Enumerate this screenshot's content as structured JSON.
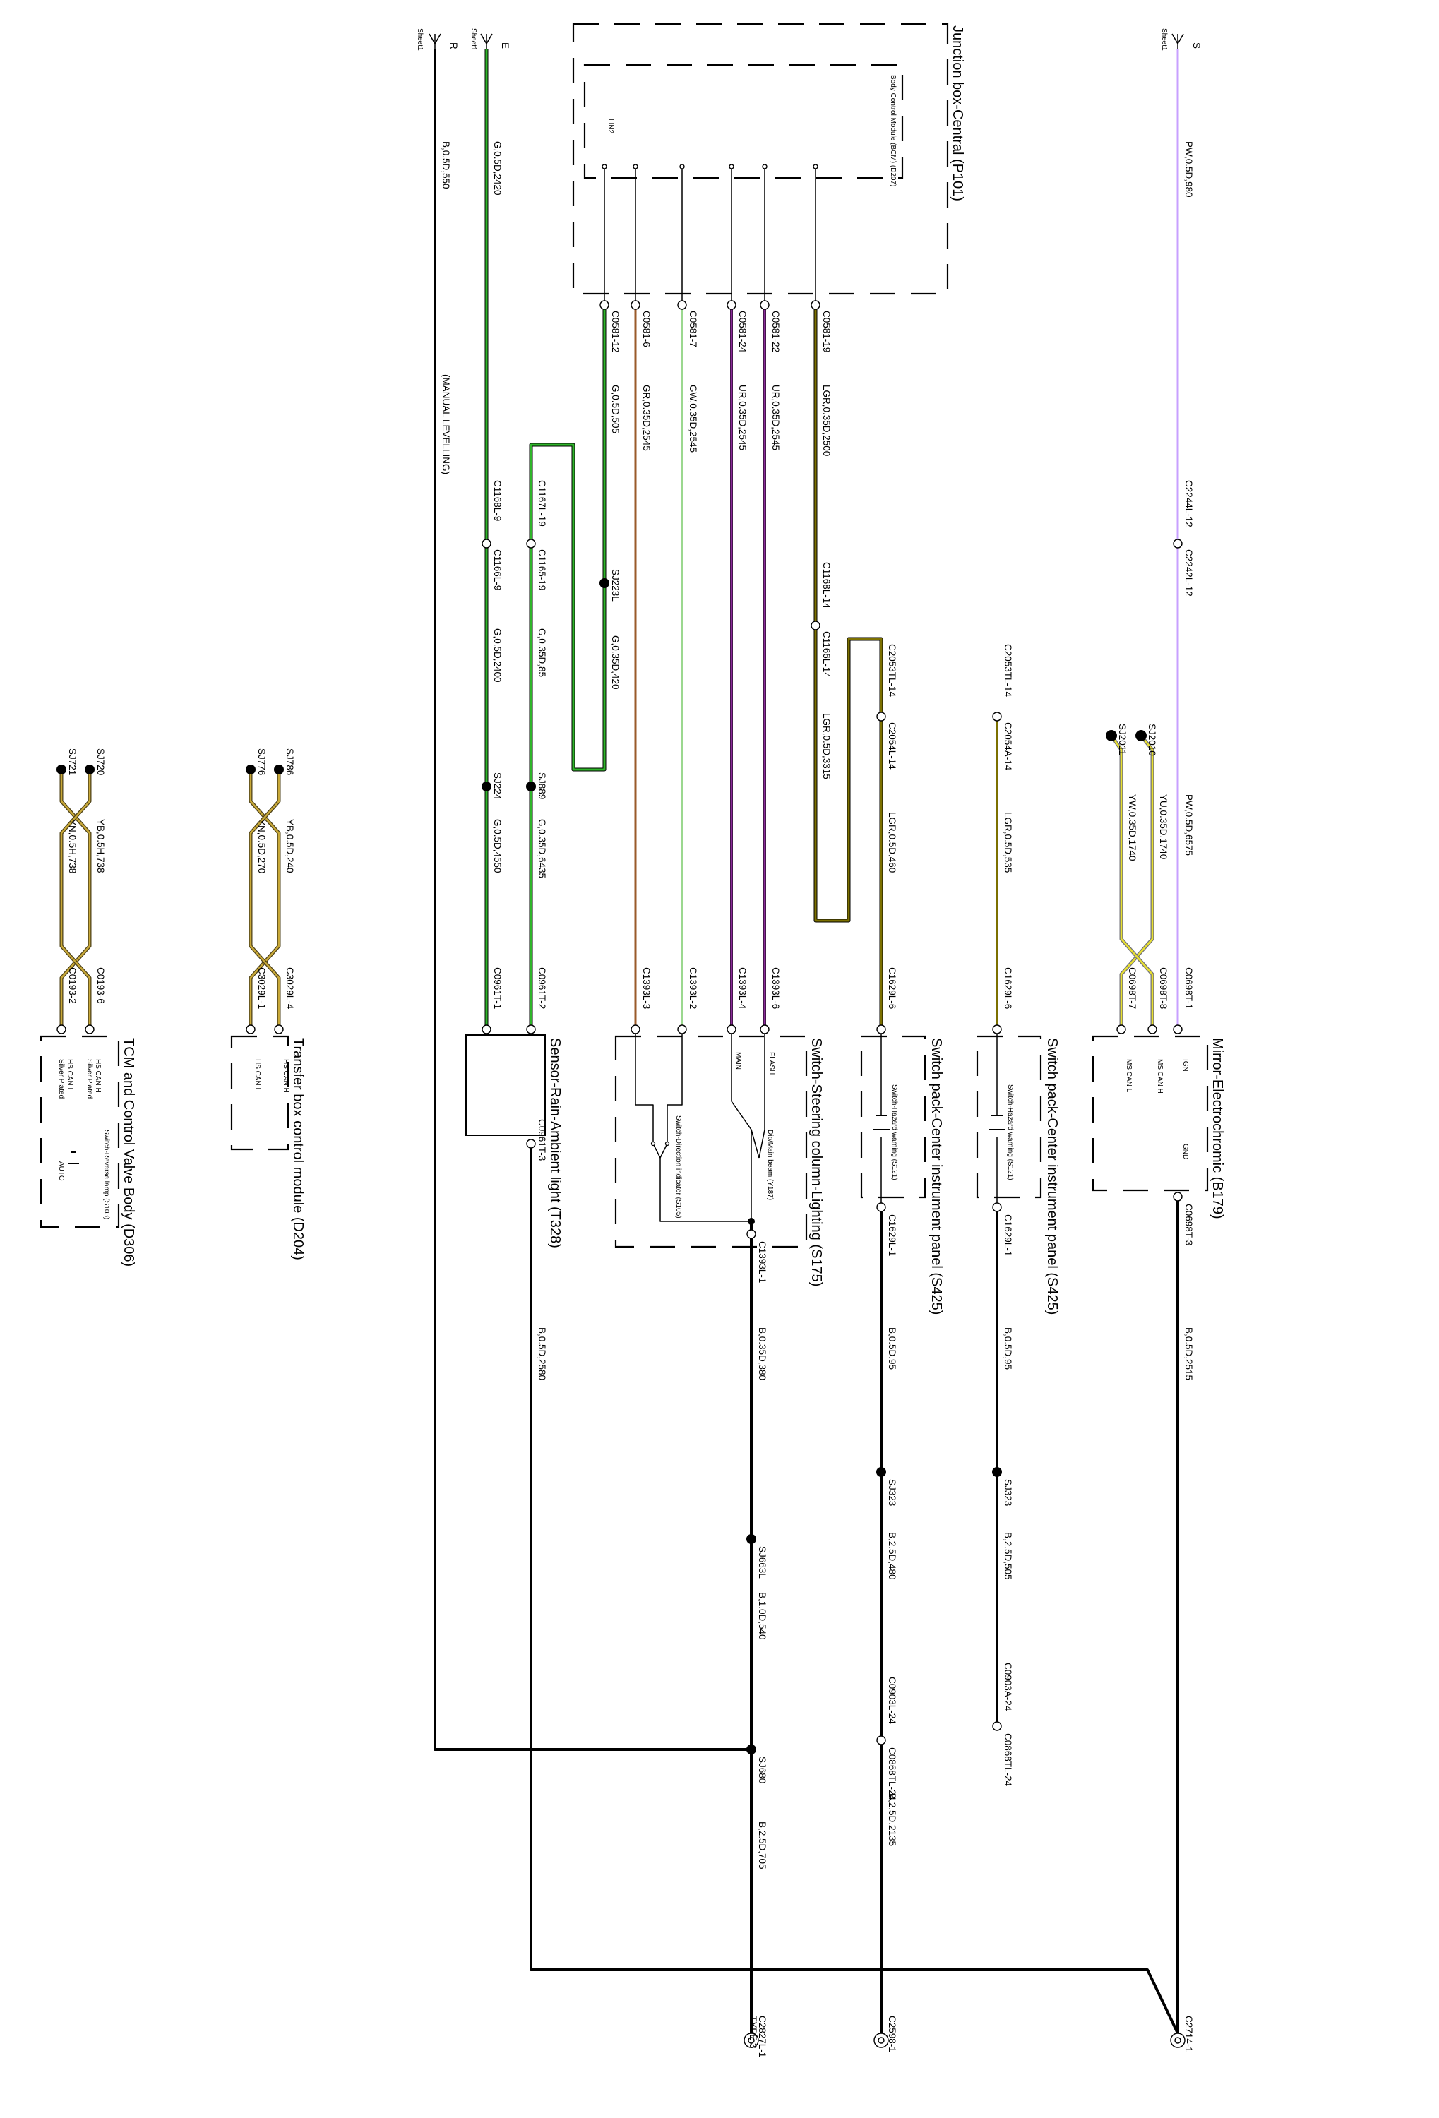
{
  "colors": {
    "black": "#000000",
    "green": "#2fb52a",
    "light_green": "#9bd88f",
    "pink": "#c8a0ff",
    "purple": "#8a2a98",
    "brown": "#9a5a2a",
    "olive": "#7c7000",
    "yellow_brown": "#c8a838",
    "yellow": "#e8e030",
    "grey": "#707078",
    "dark_olive": "#4c4018"
  },
  "sheets": {
    "R": "R",
    "R_sheet": "Sheet1",
    "E": "E",
    "E_sheet": "Sheet1",
    "S": "S",
    "S_sheet": "Sheet1"
  },
  "modules": {
    "junction_box": "Junction box-Central (P101)",
    "bcm": "Body Control Module (BCM) (D207)",
    "lin2": "LIN2",
    "mirror": "Mirror-Electrochromic (B179)",
    "mirror_pins": {
      "ms_can_l": "MS CAN L",
      "ms_can_h": "MS CAN H",
      "ign": "IGN",
      "gnd": "GND"
    },
    "switch_pack_1": "Switch pack-Center instrument panel (S425)",
    "switch_pack_1_sub": "Switch-Hazard warning (S121)",
    "switch_pack_2": "Switch pack-Center instrument panel (S425)",
    "switch_pack_2_sub": "Switch-Hazard warning (S121)",
    "steering": "Switch-Steering column-Lighting (S175)",
    "steering_flash": "FLASH",
    "steering_main": "MAIN",
    "dip_main": "Dip/Main beam (Y187)",
    "direction_ind": "Switch-Direction indicator (S105)",
    "rain_sensor": "Sensor-Rain-Ambient light (T328)",
    "transfer_box": "Transfer box control module (D204)",
    "transfer_hs_can_h": "HS CAN H",
    "transfer_hs_can_l": "HS CAN L",
    "tcm": "TCM and Control Valve Body (D306)",
    "tcm_hs_can_h": "HS CAN H",
    "tcm_silver_1": "Silver Plated",
    "tcm_hs_can_l": "HS CAN L",
    "tcm_silver_2": "Silver Plated",
    "reverse_lamp": "Switch-Reverse lamp (S103)",
    "auto": "AUTO"
  },
  "connectors": {
    "c0581_19": "C0581-19",
    "c0581_22": "C0581-22",
    "c0581_24": "C0581-24",
    "c0581_7": "C0581-7",
    "c0581_6": "C0581-6",
    "c0581_12": "C0581-12",
    "c2244l": "C2244L-12",
    "c2242l": "C2242L-12",
    "c1168l_14": "C1168L-14",
    "c1166l_14": "C1166L-14",
    "c2053tl_14a": "C2053TL-14",
    "c2054l_14": "C2054L-14",
    "c2053tl_14b": "C2053TL-14",
    "c2054a_14": "C2054A-14",
    "c1167l_19": "C1167L-19",
    "c1165_19": "C1165-19",
    "c1168l_9": "C1168L-9",
    "c1166l_9": "C1166L-9",
    "c0698t_1": "C0698T-1",
    "c0698t_8": "C0698T-8",
    "c0698t_7": "C0698T-7",
    "c0698t_3": "C0698T-3",
    "c1629l_6a": "C1629L-6",
    "c1629l_6b": "C1629L-6",
    "c1629l_1a": "C1629L-1",
    "c1629l_1b": "C1629L-1",
    "c1393l_6": "C1393L-6",
    "c1393l_4": "C1393L-4",
    "c1393l_2": "C1393L-2",
    "c1393l_3": "C1393L-3",
    "c1393l_1": "C1393L-1",
    "c0961t_2": "C0961T-2",
    "c0961t_1": "C0961T-1",
    "c0961t_3": "C0961T-3",
    "c3029l_4": "C3029L-4",
    "c3029l_1": "C3029L-1",
    "c0193_6": "C0193-6",
    "c0193_2": "C0193-2",
    "c0903l_24": "C0903L-24",
    "c0868tl_24a": "C0868TL-24",
    "c0903a_24": "C0903A-24",
    "c0868tl_24b": "C0868TL-24",
    "c2714_1": "C2714-1",
    "c2598_1": "C2598-1",
    "c2827l_1": "C2827L-1",
    "type3": "TYPE 3"
  },
  "splices": {
    "sj2010": "SJ2010",
    "sj2011": "SJ2011",
    "sj223l": "SJ223L",
    "sj224": "SJ224",
    "sj889": "SJ889",
    "sj323a": "SJ323",
    "sj323b": "SJ323",
    "sj663l": "SJ663L",
    "sj680": "SJ680",
    "sj786": "SJ786",
    "sj776": "SJ776",
    "sj720": "SJ720",
    "sj721": "SJ721"
  },
  "wires": {
    "b_550": "B,0.5D,550",
    "manual_leveling": "(MANUAL LEVELLING)",
    "g_2420": "G,0.5D,2420",
    "g_505": "G,0.5D,505",
    "gr_2545": "GR,0.35D,2545",
    "gw_2545": "GW,0.35D,2545",
    "ur_2545a": "UR,0.35D,2545",
    "ur_2545b": "UR,0.35D,2545",
    "lgr_2500": "LGR,0.35D,2500",
    "lgr_3315": "LGR,0.5D,3315",
    "g_420": "G,0.35D,420",
    "g_85": "G,0.35D,85",
    "g_2400": "G,0.5D,2400",
    "g_6435": "G,0.35D,6435",
    "g_4550": "G,0.5D,4550",
    "pw_980": "PW,0.5D,980",
    "pw_6575": "PW,0.5D,6575",
    "yu_1740": "YU,0.35D,1740",
    "yw_1740": "YW,0.35D,1740",
    "lgr_460": "LGR,0.5D,460",
    "lgr_535": "LGR,0.5D,535",
    "b_2515": "B,0.5D,2515",
    "b_95a": "B,0.5D,95",
    "b_95b": "B,0.5D,95",
    "b_380": "B,0.35D,380",
    "b_2580": "B,0.5D,2580",
    "b25_480": "B,2.5D,480",
    "b25_505": "B,2.5D,505",
    "b1_540": "B,1.0D,540",
    "b25_705": "B,2.5D,705",
    "b25_2135": "B,2.5D,2135",
    "yb_240": "YB,0.5D,240",
    "yn_270": "YN,0.5D,270",
    "yb_738": "YB,0.5H,738",
    "yn_738": "YN,0.5H,738"
  }
}
